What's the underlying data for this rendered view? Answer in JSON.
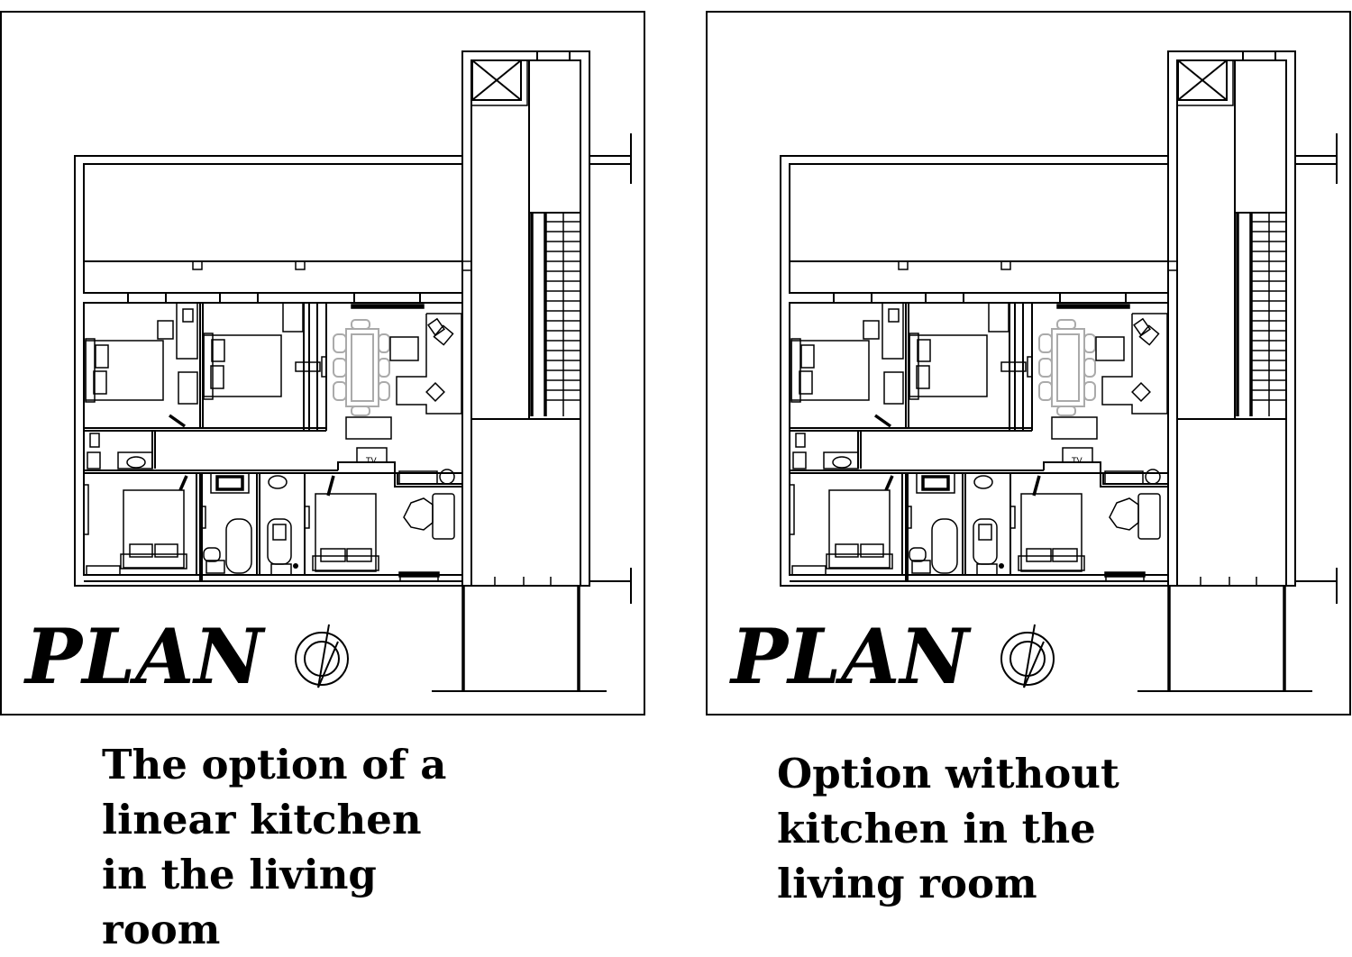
{
  "plans": [
    {
      "title": "PLAN",
      "tv_label": "TV",
      "caption": [
        "The option of a",
        "linear kitchen",
        "in the living",
        "room"
      ]
    },
    {
      "title": "PLAN",
      "tv_label": "TV",
      "caption": [
        "Option without",
        "kitchen in the",
        "living room"
      ]
    }
  ],
  "colors": {
    "line": "#000000",
    "furniture_grey": "#aaaaaa",
    "background": "#ffffff"
  }
}
